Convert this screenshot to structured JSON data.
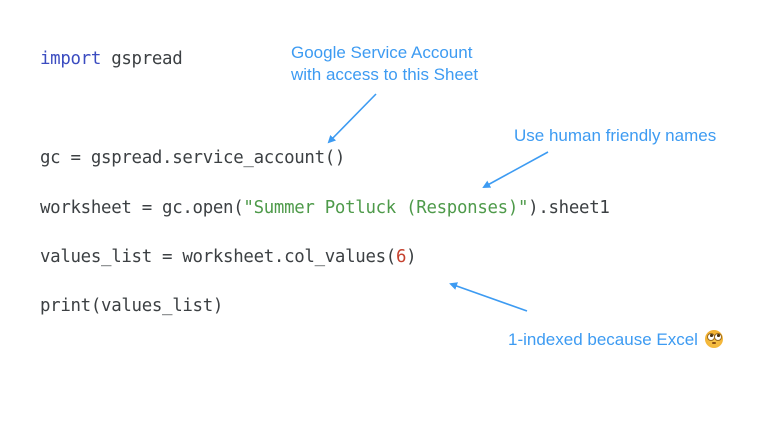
{
  "code": {
    "lines": [
      {
        "keyword": "import",
        "rest": " gspread"
      },
      {
        "text": "gc = gspread.service_account()"
      },
      {
        "prefix": "worksheet = gc.open(",
        "string": "\"Summer Potluck (Responses)\"",
        "suffix": ").sheet1"
      },
      {
        "prefix": "values_list = worksheet.col_values(",
        "number": "6",
        "suffix": ")"
      },
      {
        "text": "print(values_list)"
      }
    ]
  },
  "annotations": {
    "service_account": "Google Service Account\nwith access to this Sheet",
    "friendly_names": "Use human friendly names",
    "one_indexed": "1-indexed because Excel",
    "one_indexed_emoji": "face-with-rolling-eyes"
  },
  "colors": {
    "keyword": "#3b4cc0",
    "string": "#4e9a4a",
    "number": "#c5412e",
    "code_text": "#3c4043",
    "annotation": "#3d9bf2"
  }
}
